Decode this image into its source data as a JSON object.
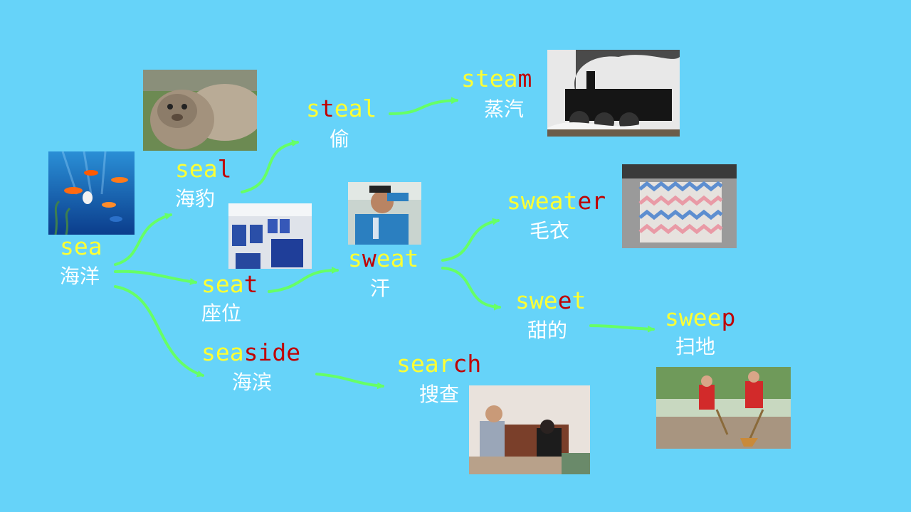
{
  "colors": {
    "background": "#66d3f9",
    "highlight": "#ffff33",
    "changed": "#c00000",
    "chinese": "#ffffff",
    "arrow": "#66ff66"
  },
  "nodes": {
    "sea": {
      "parts": [
        {
          "t": "sea",
          "c": "y"
        }
      ],
      "cn": "海洋",
      "image": "fish-under-sea"
    },
    "seal": {
      "parts": [
        {
          "t": "sea",
          "c": "y"
        },
        {
          "t": "l",
          "c": "r"
        }
      ],
      "cn": "海豹",
      "image": "seal-photo"
    },
    "seat": {
      "parts": [
        {
          "t": "sea",
          "c": "y"
        },
        {
          "t": "t",
          "c": "r"
        }
      ],
      "cn": "座位",
      "image": "airplane-seats"
    },
    "seaside": {
      "parts": [
        {
          "t": "sea",
          "c": "y"
        },
        {
          "t": "side",
          "c": "r"
        }
      ],
      "cn": "海滨"
    },
    "steal": {
      "parts": [
        {
          "t": "s",
          "c": "y"
        },
        {
          "t": "t",
          "c": "r"
        },
        {
          "t": "eal",
          "c": "y"
        }
      ],
      "cn": "偷"
    },
    "steam": {
      "parts": [
        {
          "t": "stea",
          "c": "y"
        },
        {
          "t": "m",
          "c": "r"
        }
      ],
      "cn": "蒸汽",
      "image": "steam-locomotive"
    },
    "sweat": {
      "parts": [
        {
          "t": "s",
          "c": "y"
        },
        {
          "t": "w",
          "c": "r"
        },
        {
          "t": "eat",
          "c": "y"
        }
      ],
      "cn": "汗",
      "image": "sweating-man"
    },
    "search": {
      "parts": [
        {
          "t": "sear",
          "c": "y"
        },
        {
          "t": "ch",
          "c": "r"
        }
      ],
      "cn": "搜查",
      "image": "police-search"
    },
    "sweater": {
      "parts": [
        {
          "t": "sweat",
          "c": "y"
        },
        {
          "t": "er",
          "c": "r"
        }
      ],
      "cn": "毛衣",
      "image": "knitted-sweater"
    },
    "sweet": {
      "parts": [
        {
          "t": "swe",
          "c": "y"
        },
        {
          "t": "e",
          "c": "r"
        },
        {
          "t": "t",
          "c": "y"
        }
      ],
      "cn": "甜的"
    },
    "sweep": {
      "parts": [
        {
          "t": "swee",
          "c": "y"
        },
        {
          "t": "p",
          "c": "r"
        }
      ],
      "cn": "扫地",
      "image": "sweeping-street"
    }
  },
  "edges": [
    [
      "sea",
      "seal"
    ],
    [
      "sea",
      "seat"
    ],
    [
      "sea",
      "seaside"
    ],
    [
      "seal",
      "steal"
    ],
    [
      "steal",
      "steam"
    ],
    [
      "seat",
      "sweat"
    ],
    [
      "sweat",
      "sweater"
    ],
    [
      "sweat",
      "sweet"
    ],
    [
      "sweet",
      "sweep"
    ],
    [
      "seaside",
      "search"
    ]
  ]
}
